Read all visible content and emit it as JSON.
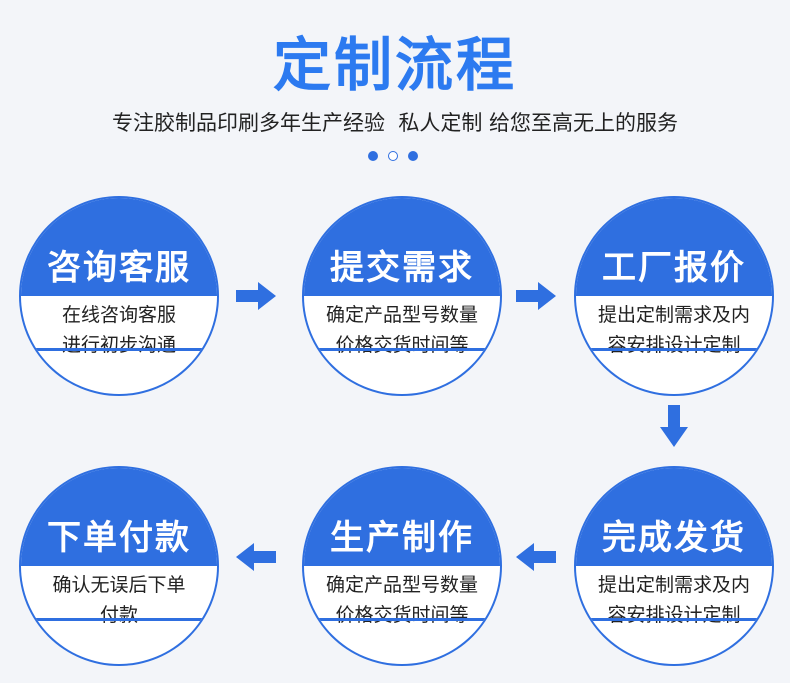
{
  "header": {
    "title": "定制流程",
    "subtitle": "专注胶制品印刷多年生产经验  私人定制 给您至高无上的服务"
  },
  "steps": [
    {
      "name": "咨询客服",
      "line1": "在线咨询客服",
      "line2": "进行初步沟通"
    },
    {
      "name": "提交需求",
      "line1": "确定产品型号数量",
      "line2": "价格交货时间等"
    },
    {
      "name": "工厂报价",
      "line1": "提出定制需求及内",
      "line2": "容安排设计定制"
    },
    {
      "name": "下单付款",
      "line1": "确认无误后下单",
      "line2": "付款"
    },
    {
      "name": "生产制作",
      "line1": "确定产品型号数量",
      "line2": "价格交货时间等"
    },
    {
      "name": "完成发货",
      "line1": "提出定制需求及内",
      "line2": "容安排设计定制"
    }
  ],
  "colors": {
    "accent": "#2f6fe0",
    "title": "#2c7af0"
  }
}
